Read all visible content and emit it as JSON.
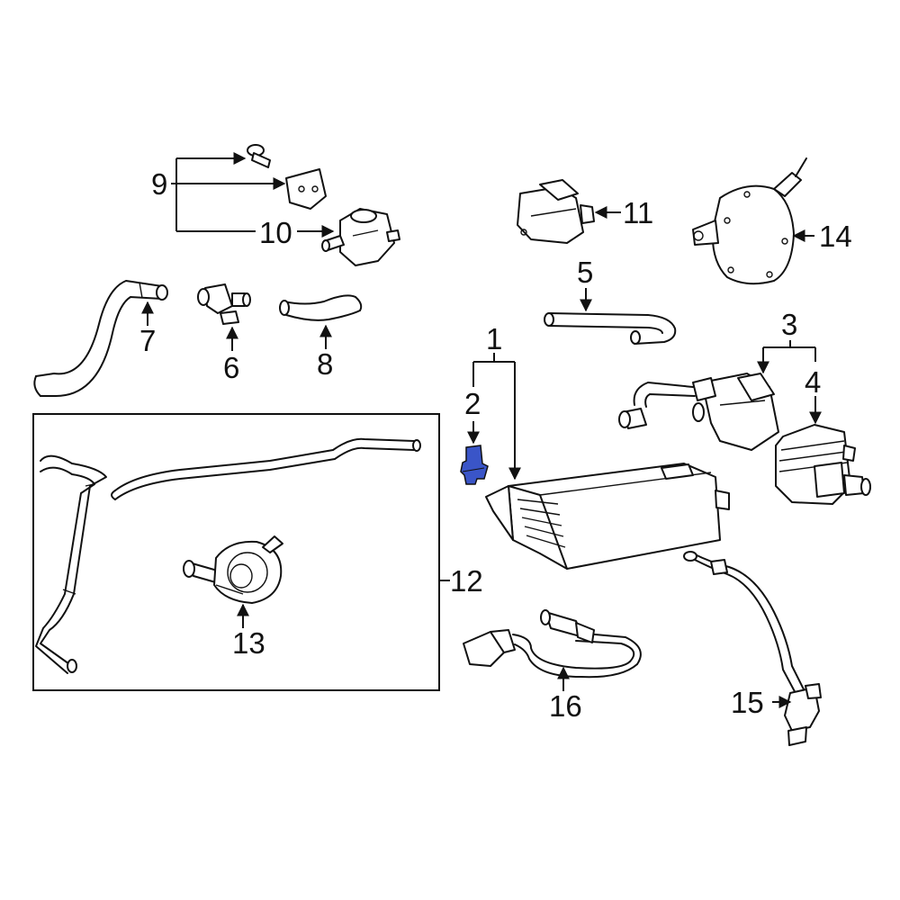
{
  "colors": {
    "line": "#111111",
    "highlight_fill": "#3a55c8",
    "background": "#ffffff"
  },
  "callouts": {
    "c1": "1",
    "c2": "2",
    "c3": "3",
    "c4": "4",
    "c5": "5",
    "c6": "6",
    "c7": "7",
    "c8": "8",
    "c9": "9",
    "c10": "10",
    "c11": "11",
    "c12": "12",
    "c13": "13",
    "c14": "14",
    "c15": "15",
    "c16": "16"
  }
}
